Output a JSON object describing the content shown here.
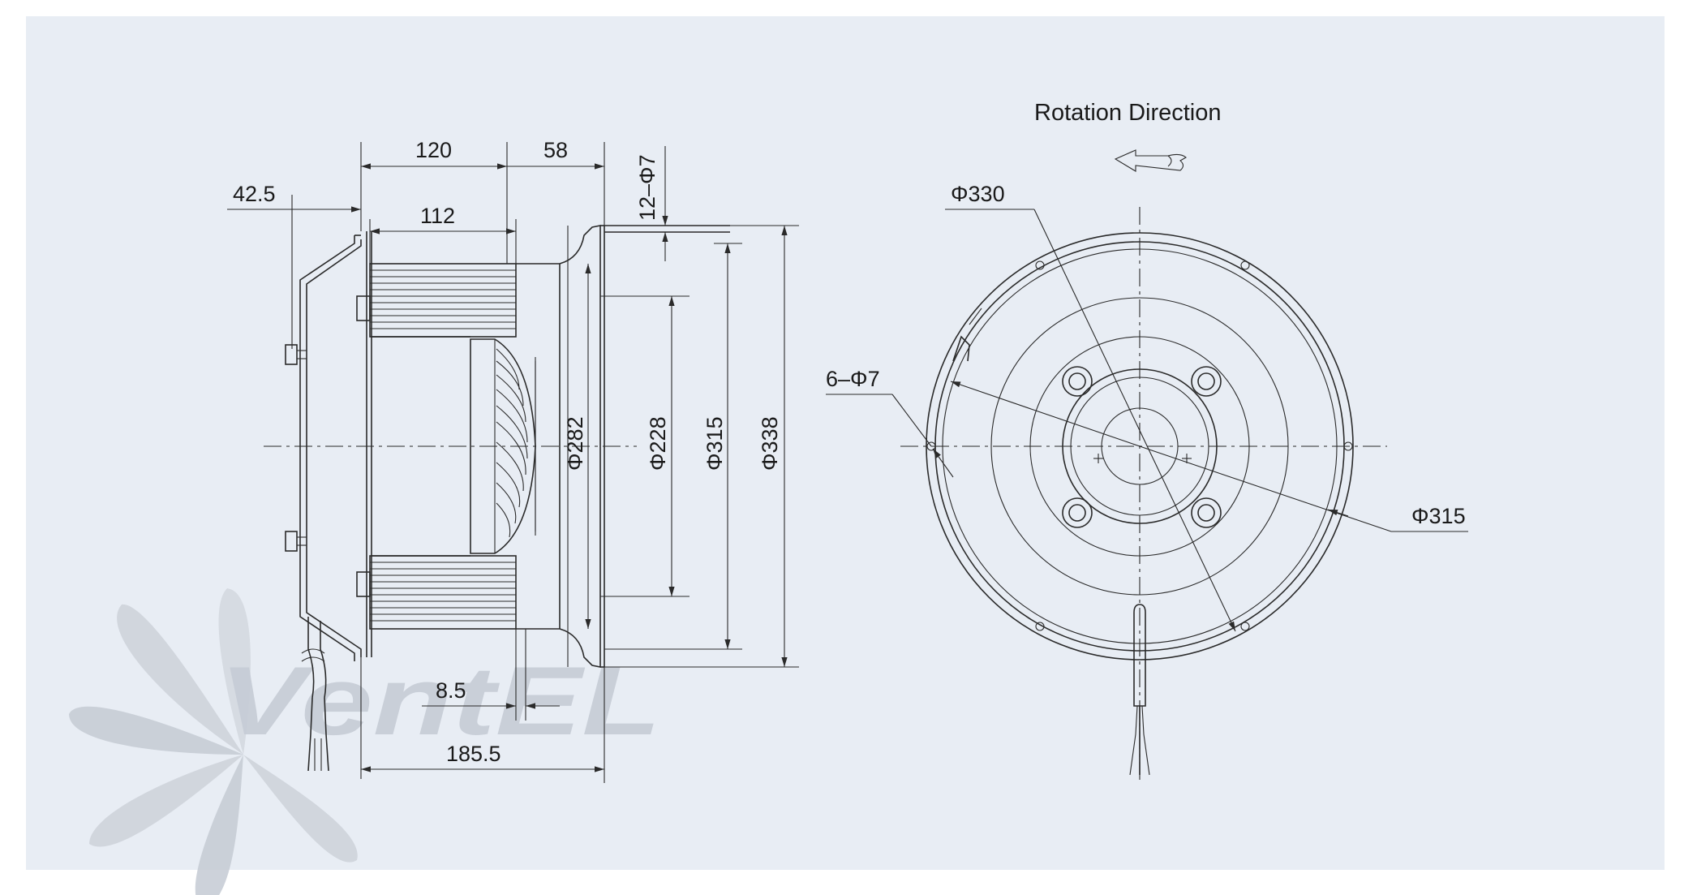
{
  "title": "Rotation  Direction",
  "watermark": "VentEL",
  "side_view_dimensions": {
    "width_120": "120",
    "width_58": "58",
    "holes_12": "12–Φ7",
    "offset_42_5": "42.5",
    "width_112": "112",
    "dia_282": "Φ282",
    "dia_228": "Φ228",
    "dia_315": "Φ315",
    "dia_338": "Φ338",
    "gap_8_5": "8.5",
    "total_185_5": "185.5"
  },
  "front_view_dimensions": {
    "dia_330": "Φ330",
    "holes_6": "6–Φ7",
    "dia_315": "Φ315"
  },
  "colors": {
    "sheet": "#e8edf4",
    "line": "#2a2a2a",
    "watermark_gray": "#c9ced6",
    "watermark_blue": "#a9c6ea"
  }
}
